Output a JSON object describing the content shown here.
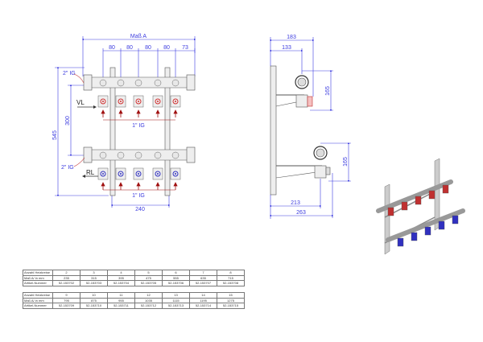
{
  "front_view": {
    "dim_total": "Maß A",
    "spacings": [
      "80",
      "80",
      "80",
      "80",
      "73"
    ],
    "dim_height": "545",
    "dim_distance": "300",
    "dim_width_bottom": "240",
    "connection_main": "2\" IG",
    "connection_outlet": "1\" IG",
    "supply_label": "VL",
    "return_label": "RL"
  },
  "side_view": {
    "dim_183": "183",
    "dim_133": "133",
    "dim_165_top": "165",
    "dim_165_bottom": "165",
    "dim_213": "213",
    "dim_263": "263"
  },
  "tables": [
    {
      "rows": [
        {
          "label": "Anzahl Heizkreise",
          "values": [
            "2",
            "3",
            "4",
            "5",
            "6",
            "7",
            "8"
          ]
        },
        {
          "label": "Maß A/ in mm",
          "values": [
            "235",
            "315",
            "395",
            "475",
            "555",
            "635",
            "715"
          ]
        },
        {
          "label": "Artikel-Nummer",
          "values": [
            "52-153702",
            "52-153703",
            "52-153704",
            "52-153705",
            "52-153706",
            "52-153707",
            "52-153708"
          ]
        }
      ]
    },
    {
      "rows": [
        {
          "label": "Anzahl Heizkreise",
          "values": [
            "9",
            "10",
            "11",
            "12",
            "13",
            "14",
            "15"
          ]
        },
        {
          "label": "Maß A/ in mm",
          "values": [
            "795",
            "875",
            "955",
            "1035",
            "1115",
            "1195",
            "1275"
          ]
        },
        {
          "label": "Artikel-Nummer",
          "values": [
            "52-153709",
            "52-153710",
            "52-153711",
            "52-153712",
            "52-153713",
            "52-153714",
            "52-153715"
          ]
        }
      ]
    }
  ],
  "colors": {
    "dimension": "#3a3adf",
    "supply": "#d03030",
    "return": "#3030c0",
    "arrow": "#a01010"
  }
}
